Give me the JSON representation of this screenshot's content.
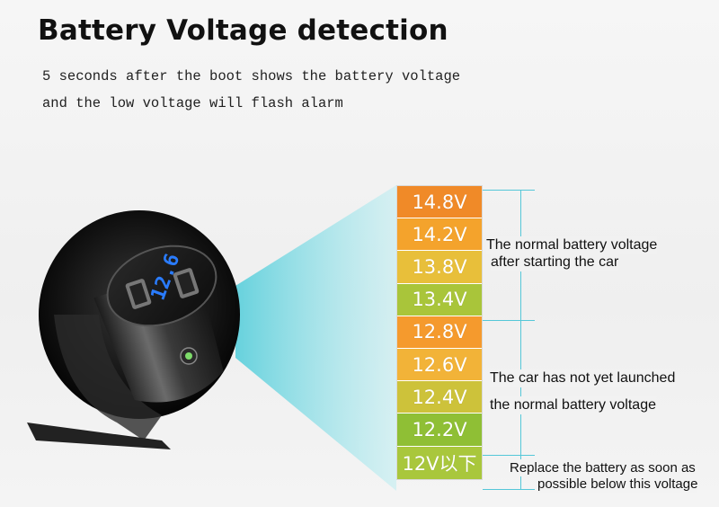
{
  "heading": {
    "title": "Battery Voltage detection",
    "line1": "5 seconds after the boot shows the battery voltage",
    "line2": "and the low voltage will flash alarm"
  },
  "device": {
    "display_value": "12.6"
  },
  "voltage_scale": [
    {
      "label": "14.8V",
      "color": "#f08a28"
    },
    {
      "label": "14.2V",
      "color": "#f4a32c"
    },
    {
      "label": "13.8V",
      "color": "#e8bf3a"
    },
    {
      "label": "13.4V",
      "color": "#a9c53a"
    },
    {
      "label": "12.8V",
      "color": "#f59a2d"
    },
    {
      "label": "12.6V",
      "color": "#f2b338"
    },
    {
      "label": "12.4V",
      "color": "#cdc23a"
    },
    {
      "label": "12.2V",
      "color": "#8fbf35"
    },
    {
      "label": "12V以下",
      "color": "#a9c73c"
    }
  ],
  "notes": {
    "normal_line1": "The normal battery voltage",
    "normal_line2": "after starting the car",
    "notlaunched_line1": "The car has not yet launched",
    "notlaunched_line2": "the normal battery voltage",
    "replace_line1": "Replace the battery as soon as",
    "replace_line2": "possible below this voltage"
  },
  "colors": {
    "bracket": "#55c7d8",
    "cone": "#7fd6df"
  }
}
